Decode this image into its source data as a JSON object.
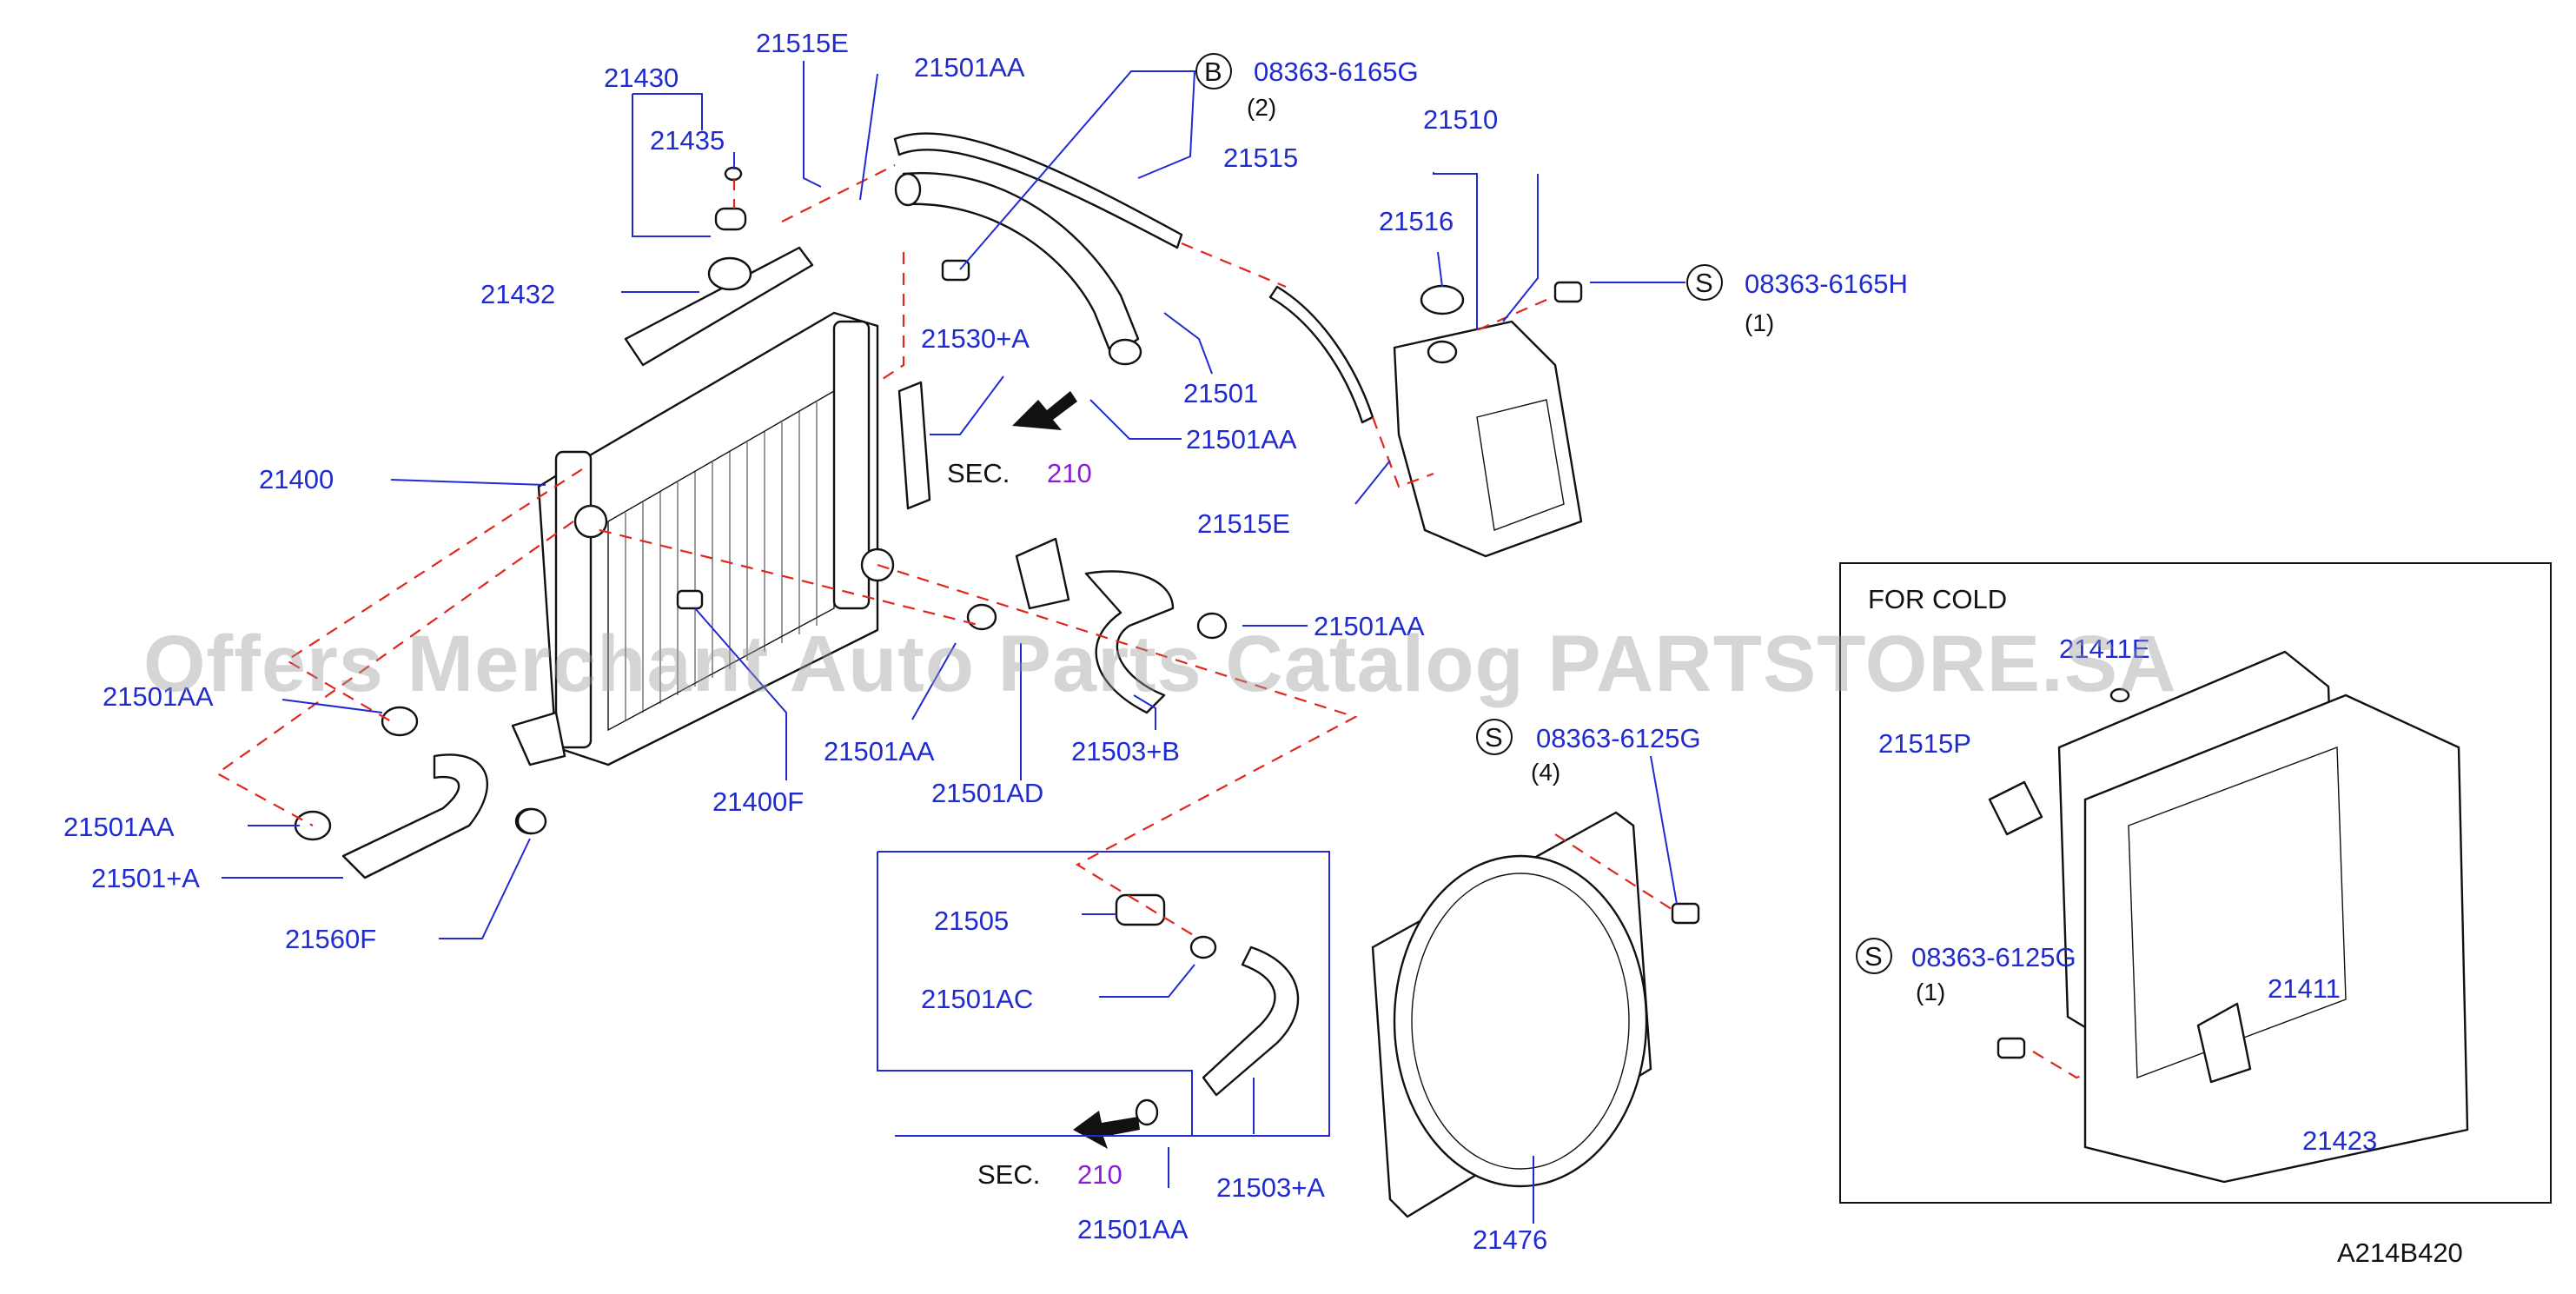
{
  "watermark": "Offers Merchant Auto Parts Catalog PARTSTORE.SA",
  "diagram_id": "A214B420",
  "inset_title": "FOR  COLD",
  "sec": {
    "prefix": "SEC.",
    "number": "210"
  },
  "bolt_prefix": {
    "b": "B",
    "s": "S"
  },
  "labels": {
    "p21430": "21430",
    "p21435": "21435",
    "p21515E_top": "21515E",
    "p21501AA_top": "21501AA",
    "p21432": "21432",
    "p21515": "21515",
    "p08363_6165G": "08363-6165G",
    "q2": "(2)",
    "p21510": "21510",
    "p21516": "21516",
    "p08363_6165H": "08363-6165H",
    "q1a": "(1)",
    "p21530A": "21530+A",
    "p21501": "21501",
    "p21501AA_mid": "21501AA",
    "p21400": "21400",
    "p21515E_mid": "21515E",
    "p21501AA_right": "21501AA",
    "p21501AA_left1": "21501AA",
    "p21501AA_left2": "21501AA",
    "p21501A": "21501+A",
    "p21560F": "21560F",
    "p21400F": "21400F",
    "p21501AA_low": "21501AA",
    "p21501AD": "21501AD",
    "p21503B": "21503+B",
    "p08363_6125G": "08363-6125G",
    "q4": "(4)",
    "p21505": "21505",
    "p21501AC": "21501AC",
    "p21503A": "21503+A",
    "p21501AA_bottom": "21501AA",
    "p21476": "21476",
    "p21411E": "21411E",
    "p21515P": "21515P",
    "p08363_6125G_inset": "08363-6125G",
    "q1b": "(1)",
    "p21411": "21411",
    "p21423": "21423"
  }
}
